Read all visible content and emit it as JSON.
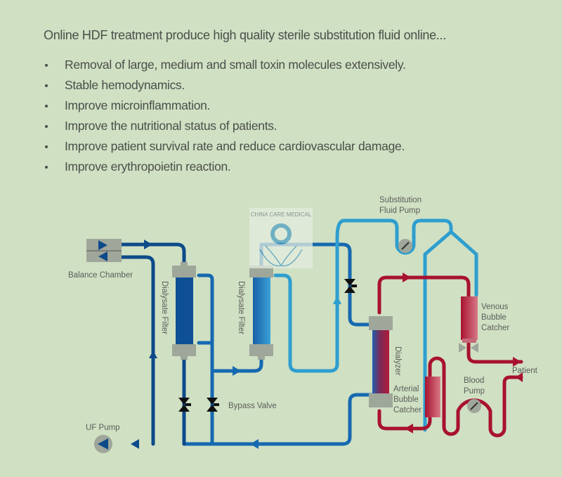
{
  "intro": "Online HDF treatment produce high quality sterile substitution fluid online...",
  "bullets": [
    "Removal of large, medium and small toxin molecules extensively.",
    "Stable hemodynamics.",
    "Improve microinflammation.",
    "Improve the nutritional status of patients.",
    "Improve patient survival rate and reduce cardiovascular damage.",
    "Improve erythropoietin reaction."
  ],
  "diagram": {
    "labels": {
      "balance_chamber": "Balance Chamber",
      "dialysate_filter_1": "Dialysate Filter",
      "dialysate_filter_2": "Dialysate Filter",
      "substitution_line1": "Substitution",
      "substitution_line2": "Fluid Pump",
      "dialyzer": "Dialyzer",
      "venous_line1": "Venous",
      "venous_line2": "Bubble",
      "venous_line3": "Catcher",
      "arterial_line1": "Arterial",
      "arterial_line2": "Bubble",
      "arterial_line3": "Catcher",
      "blood_line1": "Blood",
      "blood_line2": "Pump",
      "patient": "Patient",
      "bypass_valve": "Bypass Valve",
      "uf_pump": "UF Pump"
    },
    "watermark": "CHINA CARE MEDICAL",
    "colors": {
      "background": "#d0e0c3",
      "dark_blue": "#0d4a8a",
      "mid_blue": "#1569b0",
      "light_blue": "#2e9ecf",
      "blood_red": "#a8122e",
      "housing_gray": "#9fa69a",
      "text": "#4a4f4a"
    }
  }
}
